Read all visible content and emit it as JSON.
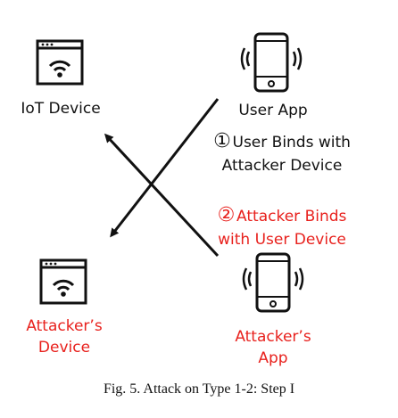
{
  "nodes": {
    "iot_device": {
      "label": "IoT Device",
      "icon": "iot-device-icon"
    },
    "user_app": {
      "label": "User App",
      "icon": "smartphone-icon"
    },
    "attacker_device": {
      "label_line1": "Attacker’s",
      "label_line2": "Device",
      "icon": "iot-device-icon"
    },
    "attacker_app": {
      "label_line1": "Attacker’s",
      "label_line2": "App",
      "icon": "smartphone-icon"
    }
  },
  "steps": [
    {
      "number": "①",
      "line1": "User Binds with",
      "line2": "Attacker Device",
      "color": "#111111"
    },
    {
      "number": "②",
      "line1": "Attacker Binds",
      "line2": "with User Device",
      "color": "#e8211d"
    }
  ],
  "caption": "Fig. 5. Attack on Type 1-2: Step I",
  "colors": {
    "attacker": "#e8211d",
    "normal": "#111111"
  }
}
